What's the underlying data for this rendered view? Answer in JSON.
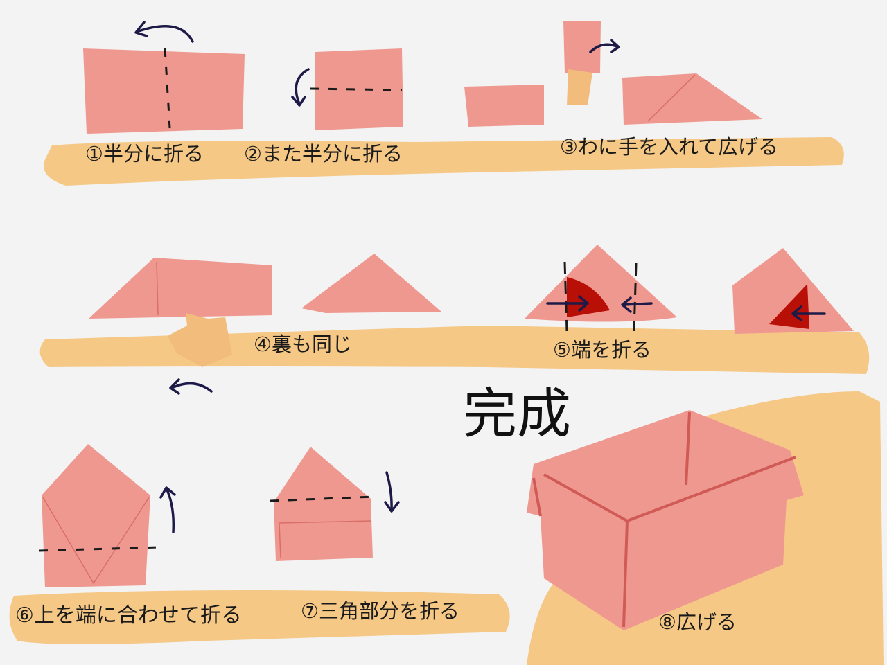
{
  "title": "完成",
  "steps": [
    {
      "label": "①半分に折る"
    },
    {
      "label": "②また半分に折る"
    },
    {
      "label": "③わに手を入れて広げる"
    },
    {
      "label": "④裏も同じ"
    },
    {
      "label": "⑤端を折る"
    },
    {
      "label": "⑥上を端に合わせて折る"
    },
    {
      "label": "⑦三角部分を折る"
    },
    {
      "label": "⑧広げる"
    }
  ],
  "colors": {
    "paper": "#ef9890",
    "band": "#f5c886",
    "accent": "#b80f07",
    "arrow": "#1e1a48",
    "background": "#f3f3f3"
  }
}
